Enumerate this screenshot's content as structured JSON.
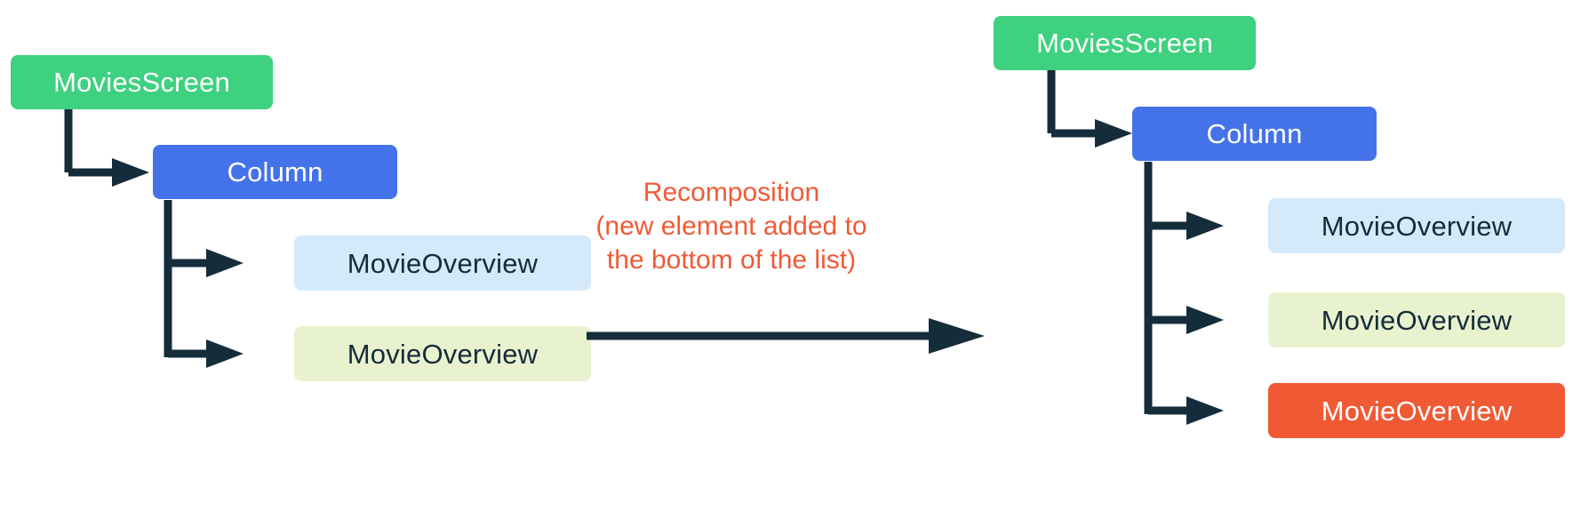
{
  "diagram": {
    "title_text": "Recomposition (new element added to the bottom of the list)",
    "colors": {
      "screen_node": "#3ed17f",
      "column_node": "#4472e8",
      "movie_overview_blue": "#d4eafb",
      "movie_overview_lime": "#e9f2ce",
      "movie_overview_new": "#ef5a35",
      "connector": "#152c3b",
      "caption_text": "#f05a35",
      "background": "#ffffff"
    },
    "before": {
      "root": {
        "label": "MoviesScreen"
      },
      "column": {
        "label": "Column"
      },
      "children": [
        {
          "label": "MovieOverview",
          "variant": "lightblue"
        },
        {
          "label": "MovieOverview",
          "variant": "lime"
        }
      ]
    },
    "transition": {
      "line1": "Recomposition",
      "line2": "(new element added to",
      "line3": "the bottom of the list)",
      "arrow": "arrow-right"
    },
    "after": {
      "root": {
        "label": "MoviesScreen"
      },
      "column": {
        "label": "Column"
      },
      "children": [
        {
          "label": "MovieOverview",
          "variant": "lightblue"
        },
        {
          "label": "MovieOverview",
          "variant": "lime"
        },
        {
          "label": "MovieOverview",
          "variant": "orange"
        }
      ]
    }
  }
}
